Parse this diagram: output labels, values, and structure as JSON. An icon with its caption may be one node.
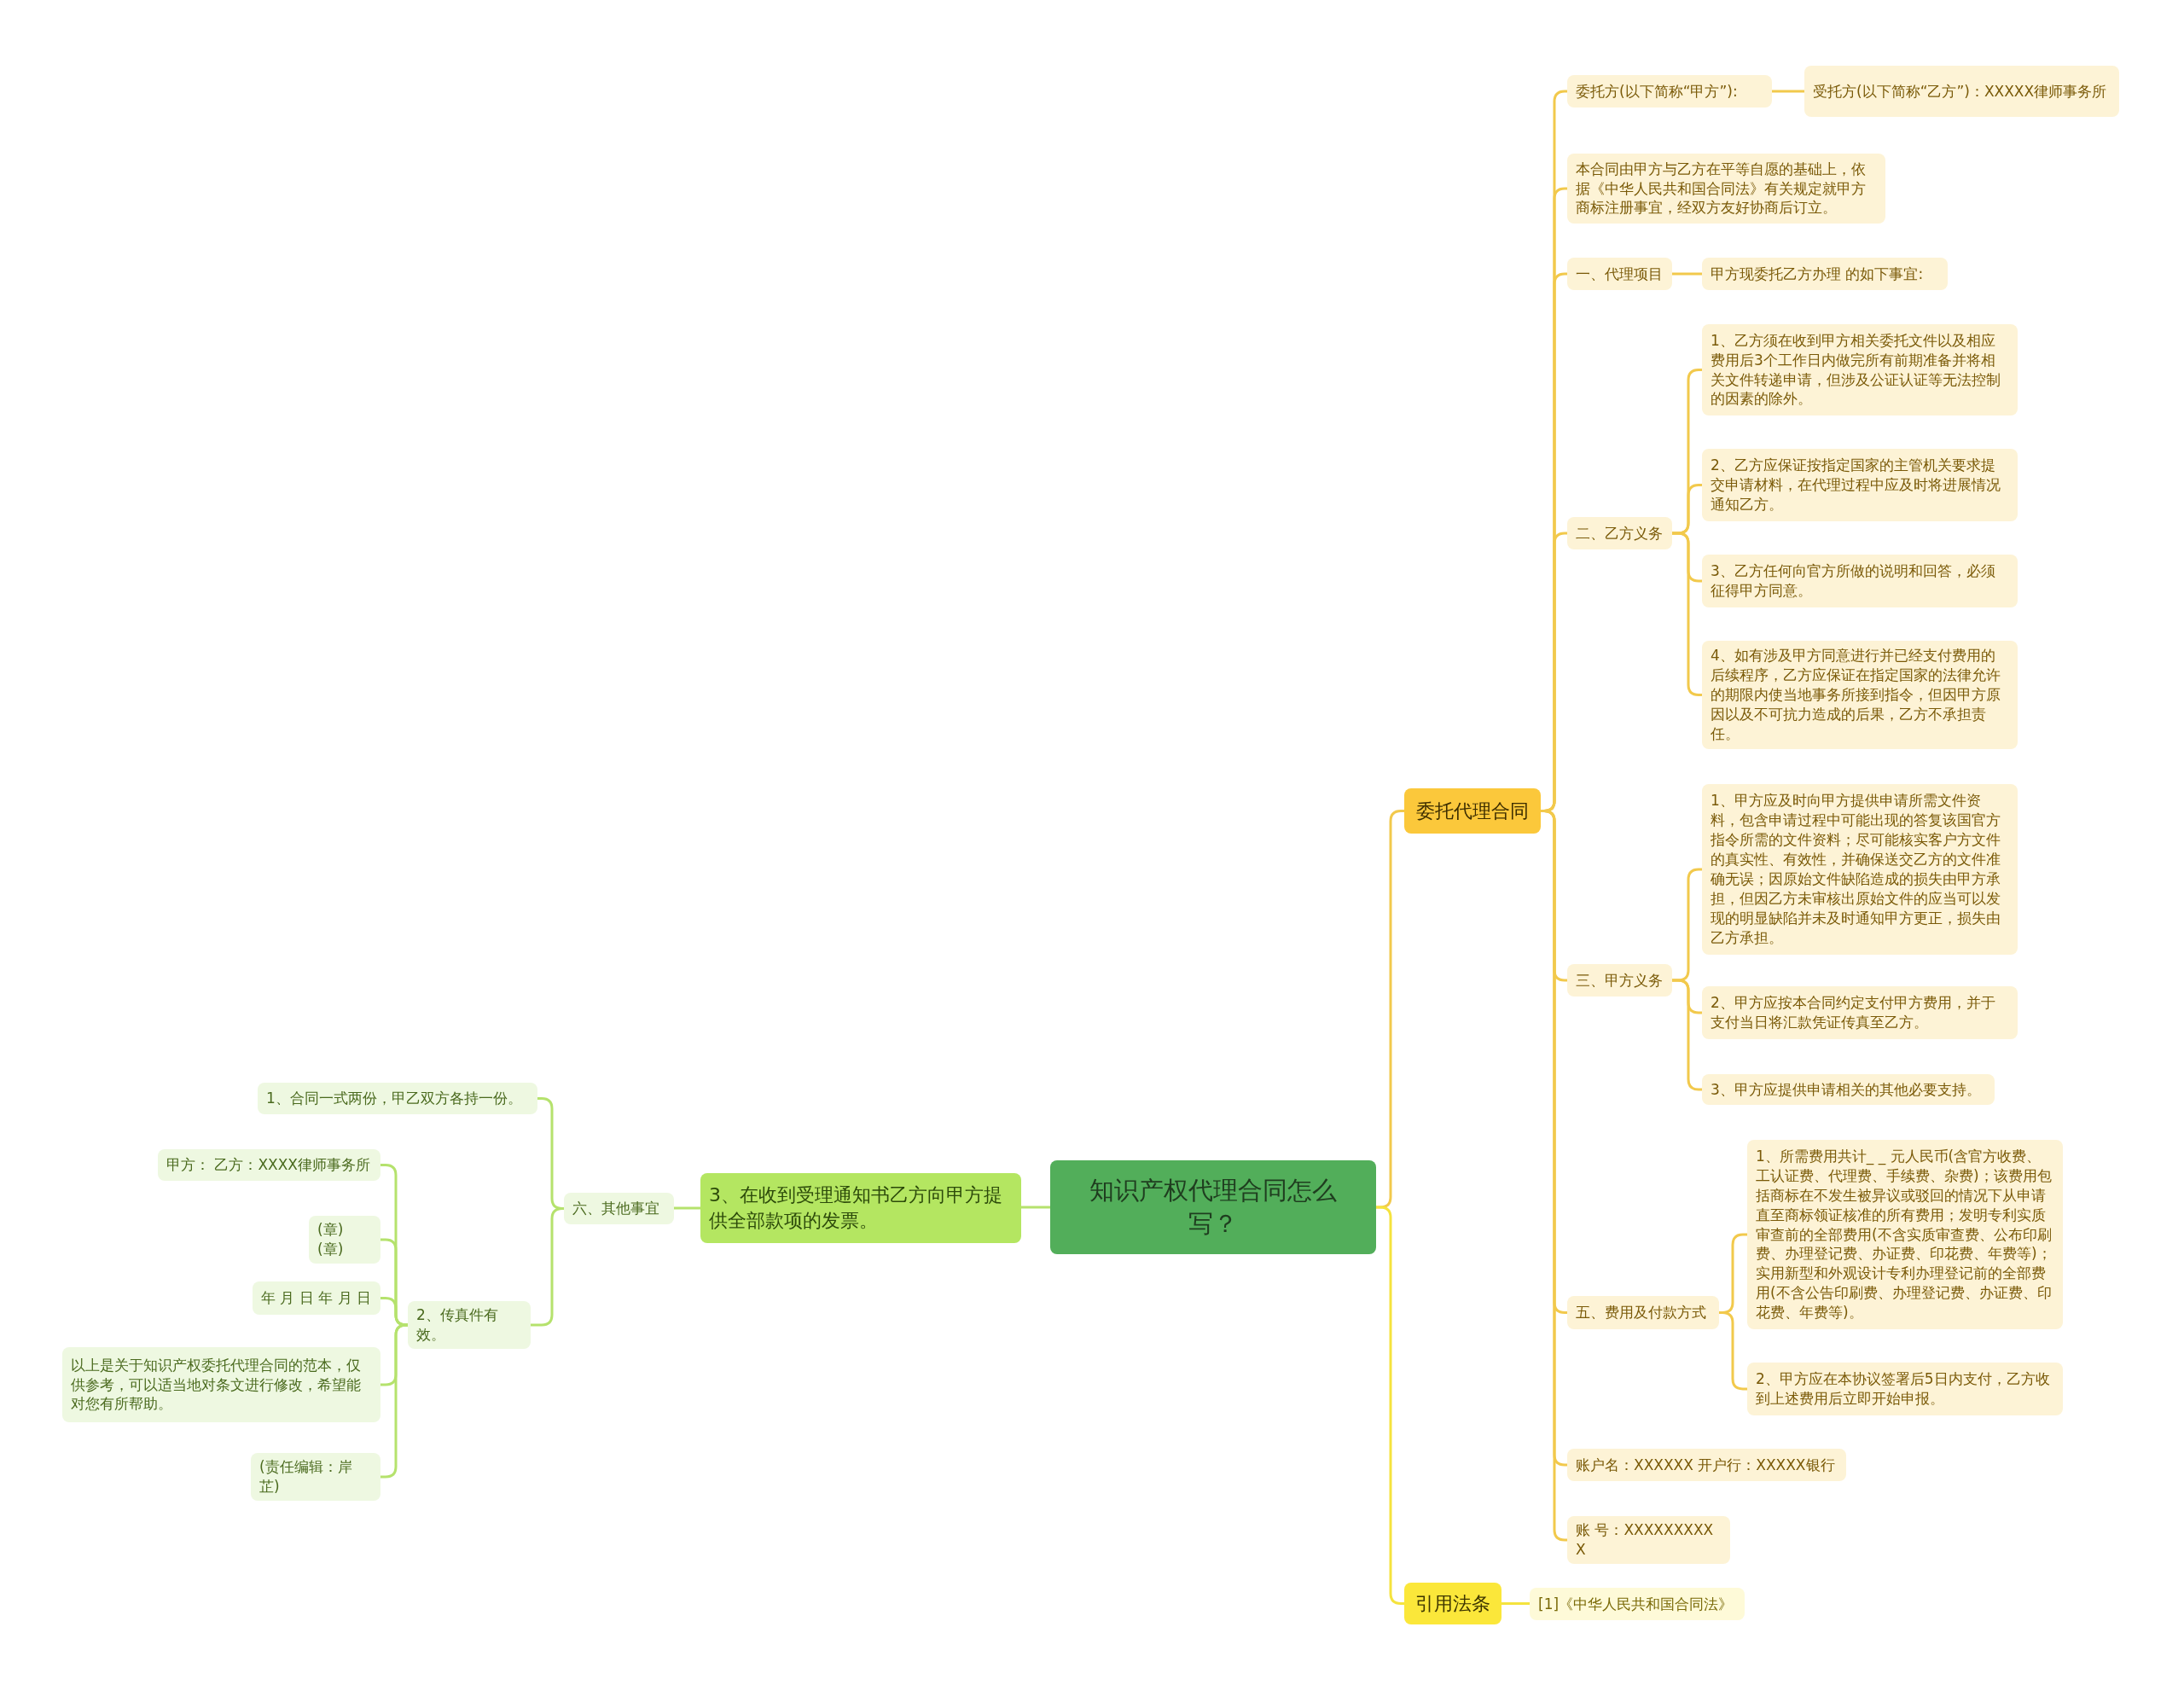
{
  "diagram": {
    "nodes": [
      {
        "text": [
          "知识产权代理合同怎么写？"
        ]
      },
      {
        "text": [
          "委托代理合同"
        ]
      },
      {
        "text": [
          "委托方(以下简称“甲方”):"
        ]
      },
      {
        "text": [
          "受托方(以下简称“乙方”)：XXXXX律师事务所"
        ]
      },
      {
        "text": [
          "本合同由甲方与乙方在平等自愿的基础上，依据《中华人民共和国合同法》有关规定就甲方商标注册事宜，经双方友好协商后订立。"
        ]
      },
      {
        "text": [
          "一、代理项目"
        ]
      },
      {
        "text": [
          "甲方现委托乙方办理 的如下事宜:"
        ]
      },
      {
        "text": [
          "二、乙方义务"
        ]
      },
      {
        "text": [
          "1、乙方须在收到甲方相关委托文件以及相应费用后3个工作日内做完所有前期准备并将相关文件转递申请，但涉及公证认证等无法控制的因素的除外。"
        ]
      },
      {
        "text": [
          "2、乙方应保证按指定国家的主管机关要求提交申请材料，在代理过程中应及时将进展情况通知乙方。"
        ]
      },
      {
        "text": [
          "3、乙方任何向官方所做的说明和回答，必须征得甲方同意。"
        ]
      },
      {
        "text": [
          "4、如有涉及甲方同意进行并已经支付费用的后续程序，乙方应保证在指定国家的法律允许的期限内使当地事务所接到指令，但因甲方原因以及不可抗力造成的后果，乙方不承担责任。"
        ]
      },
      {
        "text": [
          "三、甲方义务"
        ]
      },
      {
        "text": [
          "1、甲方应及时向甲方提供申请所需文件资料，包含申请过程中可能出现的答复该国官方指令所需的文件资料；尽可能核实客户方文件的真实性、有效性，并确保送交乙方的文件准确无误；因原始文件缺陷造成的损失由甲方承担，但因乙方未审核出原始文件的应当可以发现的明显缺陷并未及时通知甲方更正，损失由乙方承担。"
        ]
      },
      {
        "text": [
          "2、甲方应按本合同约定支付甲方费用，并于支付当日将汇款凭证传真至乙方。"
        ]
      },
      {
        "text": [
          "3、甲方应提供申请相关的其他必要支持。"
        ]
      },
      {
        "text": [
          "五、费用及付款方式"
        ]
      },
      {
        "text": [
          "1、所需费用共计_ _ 元人民币(含官方收费、工认证费、代理费、手续费、杂费)；该费用包括商标在不发生被异议或驳回的情况下从申请直至商标领证核准的所有费用；发明专利实质审查前的全部费用(不含实质审查费、公布印刷费、办理登记费、办证费、印花费、年费等)；实用新型和外观设计专利办理登记前的全部费用(不含公告印刷费、办理登记费、办证费、印花费、年费等)。"
        ]
      },
      {
        "text": [
          "2、甲方应在本协议签署后5日内支付，乙方收到上述费用后立即开始申报。"
        ]
      },
      {
        "text": [
          "账户名：XXXXXX 开户行：XXXXX银行"
        ]
      },
      {
        "text": [
          "账 号：XXXXXXXXXX"
        ]
      },
      {
        "text": [
          "引用法条"
        ]
      },
      {
        "text": [
          "[1]《中华人民共和国合同法》"
        ]
      },
      {
        "text": [
          "3、在收到受理通知书乙方向甲方提供全部款项的发票。"
        ]
      },
      {
        "text": [
          "六、其他事宜"
        ]
      },
      {
        "text": [
          "1、合同一式两份，甲乙双方各持一份。"
        ]
      },
      {
        "text": [
          "2、传真件有效。"
        ]
      },
      {
        "text": [
          "甲方： 乙方：XXXX律师事务所"
        ]
      },
      {
        "text": [
          "(章) (章)"
        ]
      },
      {
        "text": [
          "年 月 日 年 月 日"
        ]
      },
      {
        "text": [
          "以上是关于知识产权委托代理合同的范本，仅供参考，可以适当地对条文进行修改，希望能对您有所帮助。"
        ]
      },
      {
        "text": [
          "(责任编辑：岸芷)"
        ]
      }
    ],
    "edges": [
      {
        "from": 0,
        "to": 1,
        "arrow": "none"
      },
      {
        "from": 0,
        "to": 21,
        "arrow": "none",
        "color": "#f5e33e"
      },
      {
        "from": 0,
        "to": 23,
        "arrow": "none",
        "color": "#b5e26d"
      },
      {
        "from": 1,
        "to": 2,
        "arrow": "none"
      },
      {
        "from": 1,
        "to": 4,
        "arrow": "none"
      },
      {
        "from": 1,
        "to": 5,
        "arrow": "none"
      },
      {
        "from": 1,
        "to": 7,
        "arrow": "none"
      },
      {
        "from": 1,
        "to": 12,
        "arrow": "none"
      },
      {
        "from": 1,
        "to": 16,
        "arrow": "none"
      },
      {
        "from": 1,
        "to": 19,
        "arrow": "none"
      },
      {
        "from": 1,
        "to": 20,
        "arrow": "none"
      },
      {
        "from": 2,
        "to": 3,
        "arrow": "none"
      },
      {
        "from": 5,
        "to": 6,
        "arrow": "none"
      },
      {
        "from": 7,
        "to": 8,
        "arrow": "none"
      },
      {
        "from": 7,
        "to": 9,
        "arrow": "none"
      },
      {
        "from": 7,
        "to": 10,
        "arrow": "none"
      },
      {
        "from": 7,
        "to": 11,
        "arrow": "none"
      },
      {
        "from": 12,
        "to": 13,
        "arrow": "none"
      },
      {
        "from": 12,
        "to": 14,
        "arrow": "none"
      },
      {
        "from": 12,
        "to": 15,
        "arrow": "none"
      },
      {
        "from": 16,
        "to": 17,
        "arrow": "none"
      },
      {
        "from": 16,
        "to": 18,
        "arrow": "none"
      },
      {
        "from": 21,
        "to": 22,
        "arrow": "none",
        "color": "#f5e33e"
      },
      {
        "from": 23,
        "to": 24,
        "arrow": "none",
        "color": "#b5e26d"
      },
      {
        "from": 24,
        "to": 25,
        "arrow": "none",
        "color": "#b5e26d"
      },
      {
        "from": 24,
        "to": 26,
        "arrow": "none",
        "color": "#b5e26d"
      },
      {
        "from": 26,
        "to": 27,
        "arrow": "none",
        "color": "#b5e26d"
      },
      {
        "from": 26,
        "to": 28,
        "arrow": "none",
        "color": "#b5e26d"
      },
      {
        "from": 26,
        "to": 29,
        "arrow": "none",
        "color": "#b5e26d"
      },
      {
        "from": 26,
        "to": 30,
        "arrow": "none",
        "color": "#b5e26d"
      },
      {
        "from": 26,
        "to": 31,
        "arrow": "none",
        "color": "#b5e26d"
      }
    ]
  }
}
